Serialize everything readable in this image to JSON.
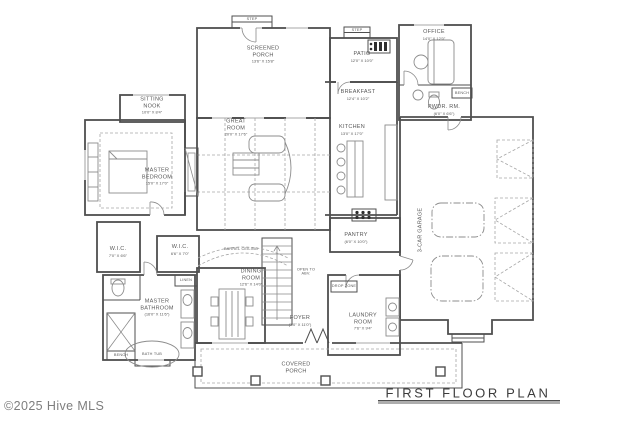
{
  "meta": {
    "title": "FIRST FLOOR PLAN",
    "watermark": "©2025 Hive MLS"
  },
  "colors": {
    "background": "#ffffff",
    "wall": "#4f4f4f",
    "wall_light": "#8a8a8a",
    "furniture": "#8c8c8c",
    "dashed": "#a6a6a6",
    "label_text": "#585858",
    "title_text": "#3c3c3c",
    "watermark_text": "#7e7e7e"
  },
  "rooms": [
    {
      "id": "screened-porch",
      "name": "SCREENED PORCH",
      "dims": "13'6\" X 15'8\""
    },
    {
      "id": "patio",
      "name": "PATIO",
      "dims": "12'0\" X 10'0\""
    },
    {
      "id": "office",
      "name": "OFFICE",
      "dims": "14'0\" X 12'0\""
    },
    {
      "id": "breakfast",
      "name": "BREAKFAST",
      "dims": "12'4\" X 10'2\""
    },
    {
      "id": "powder-room",
      "name": "PWDR. RM.",
      "dims": "(6'0\" X 6'6\")"
    },
    {
      "id": "kitchen",
      "name": "KITCHEN",
      "dims": "13'0\" X 17'0\""
    },
    {
      "id": "great-room",
      "name": "GREAT ROOM",
      "dims": "20'0\" X 17'6\""
    },
    {
      "id": "sitting-nook",
      "name": "SITTING NOOK",
      "dims": "10'0\" X 8'4\""
    },
    {
      "id": "master-bedroom",
      "name": "MASTER BEDROOM",
      "dims": "15'0\" X 17'0\""
    },
    {
      "id": "wic-1",
      "name": "W.I.C.",
      "dims": "7'0\" X 6'6\""
    },
    {
      "id": "wic-2",
      "name": "W.I.C.",
      "dims": "6'6\" X 7'0\""
    },
    {
      "id": "master-bathroom",
      "name": "MASTER BATHROOM",
      "dims": "(16'0\" X 11'6\")"
    },
    {
      "id": "dining-room",
      "name": "DINING ROOM",
      "dims": "12'6\" X 14'0\""
    },
    {
      "id": "pantry",
      "name": "PANTRY",
      "dims": "(6'0\" X 10'0\")"
    },
    {
      "id": "laundry-room",
      "name": "LAUNDRY ROOM",
      "dims": "7'6\" X 9'4\""
    },
    {
      "id": "foyer",
      "name": "FOYER",
      "dims": "(7'0\" X 11'0\")"
    },
    {
      "id": "garage",
      "name": "3-CAR GARAGE",
      "dims": ""
    },
    {
      "id": "covered-porch",
      "name": "COVERED PORCH",
      "dims": ""
    }
  ],
  "annotations": {
    "step": "STEP",
    "barrel_ceiling": "BARREL CEILING",
    "open_to_above": "OPEN TO ABV.",
    "bath_tub": "BATH TUB",
    "linen": "LINEN",
    "drop_zone": "DROP ZONE",
    "bench": "BENCH"
  }
}
